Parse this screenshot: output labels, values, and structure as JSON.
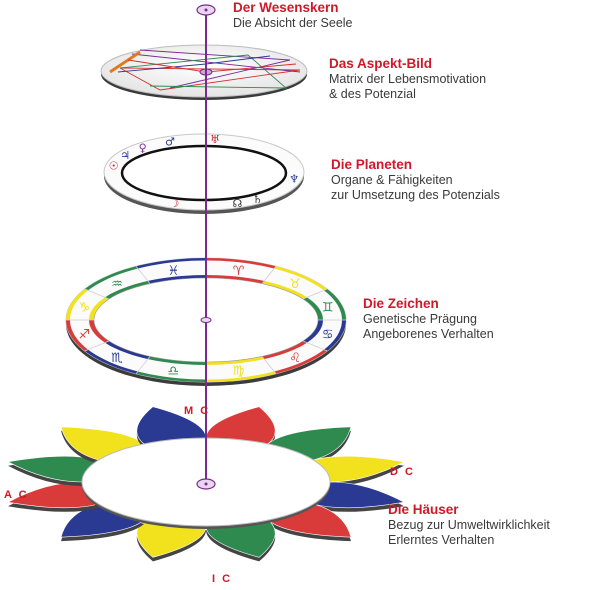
{
  "layers": [
    {
      "title": "Der Wesenskern",
      "lines": [
        "Die Absicht der Seele"
      ]
    },
    {
      "title": "Das Aspekt-Bild",
      "lines": [
        "Matrix der Lebensmotivation",
        "& des Potenzial"
      ]
    },
    {
      "title": "Die Planeten",
      "lines": [
        "Organe & Fähigkeiten",
        "zur Umsetzung des Potenzials"
      ]
    },
    {
      "title": "Die Zeichen",
      "lines": [
        "Genetische Prägung",
        "Angeborenes Verhalten"
      ]
    },
    {
      "title": "Die Häuser",
      "lines": [
        "Bezug zur Umweltwirklichkeit",
        "Erlerntes Verhalten"
      ]
    }
  ],
  "axes": {
    "mc": "M C",
    "dc": "D C",
    "ac": "A C",
    "ic": "I C"
  },
  "colors": {
    "title_red": "#d0182a",
    "axis_line": "#7a2a8a",
    "element_red": "#d93a3a",
    "element_green": "#2e8a4e",
    "element_yellow": "#f2e21e",
    "element_blue": "#2a3a92"
  },
  "planet_glyphs": [
    "♅",
    "♂",
    "♀",
    "♃",
    "☉",
    "♄",
    "☽",
    "♆",
    "☊"
  ],
  "sign_glyphs": [
    "♈",
    "♉",
    "♊",
    "♋",
    "♌",
    "♍",
    "♎",
    "♏",
    "♐",
    "♑",
    "♒",
    "♓"
  ]
}
